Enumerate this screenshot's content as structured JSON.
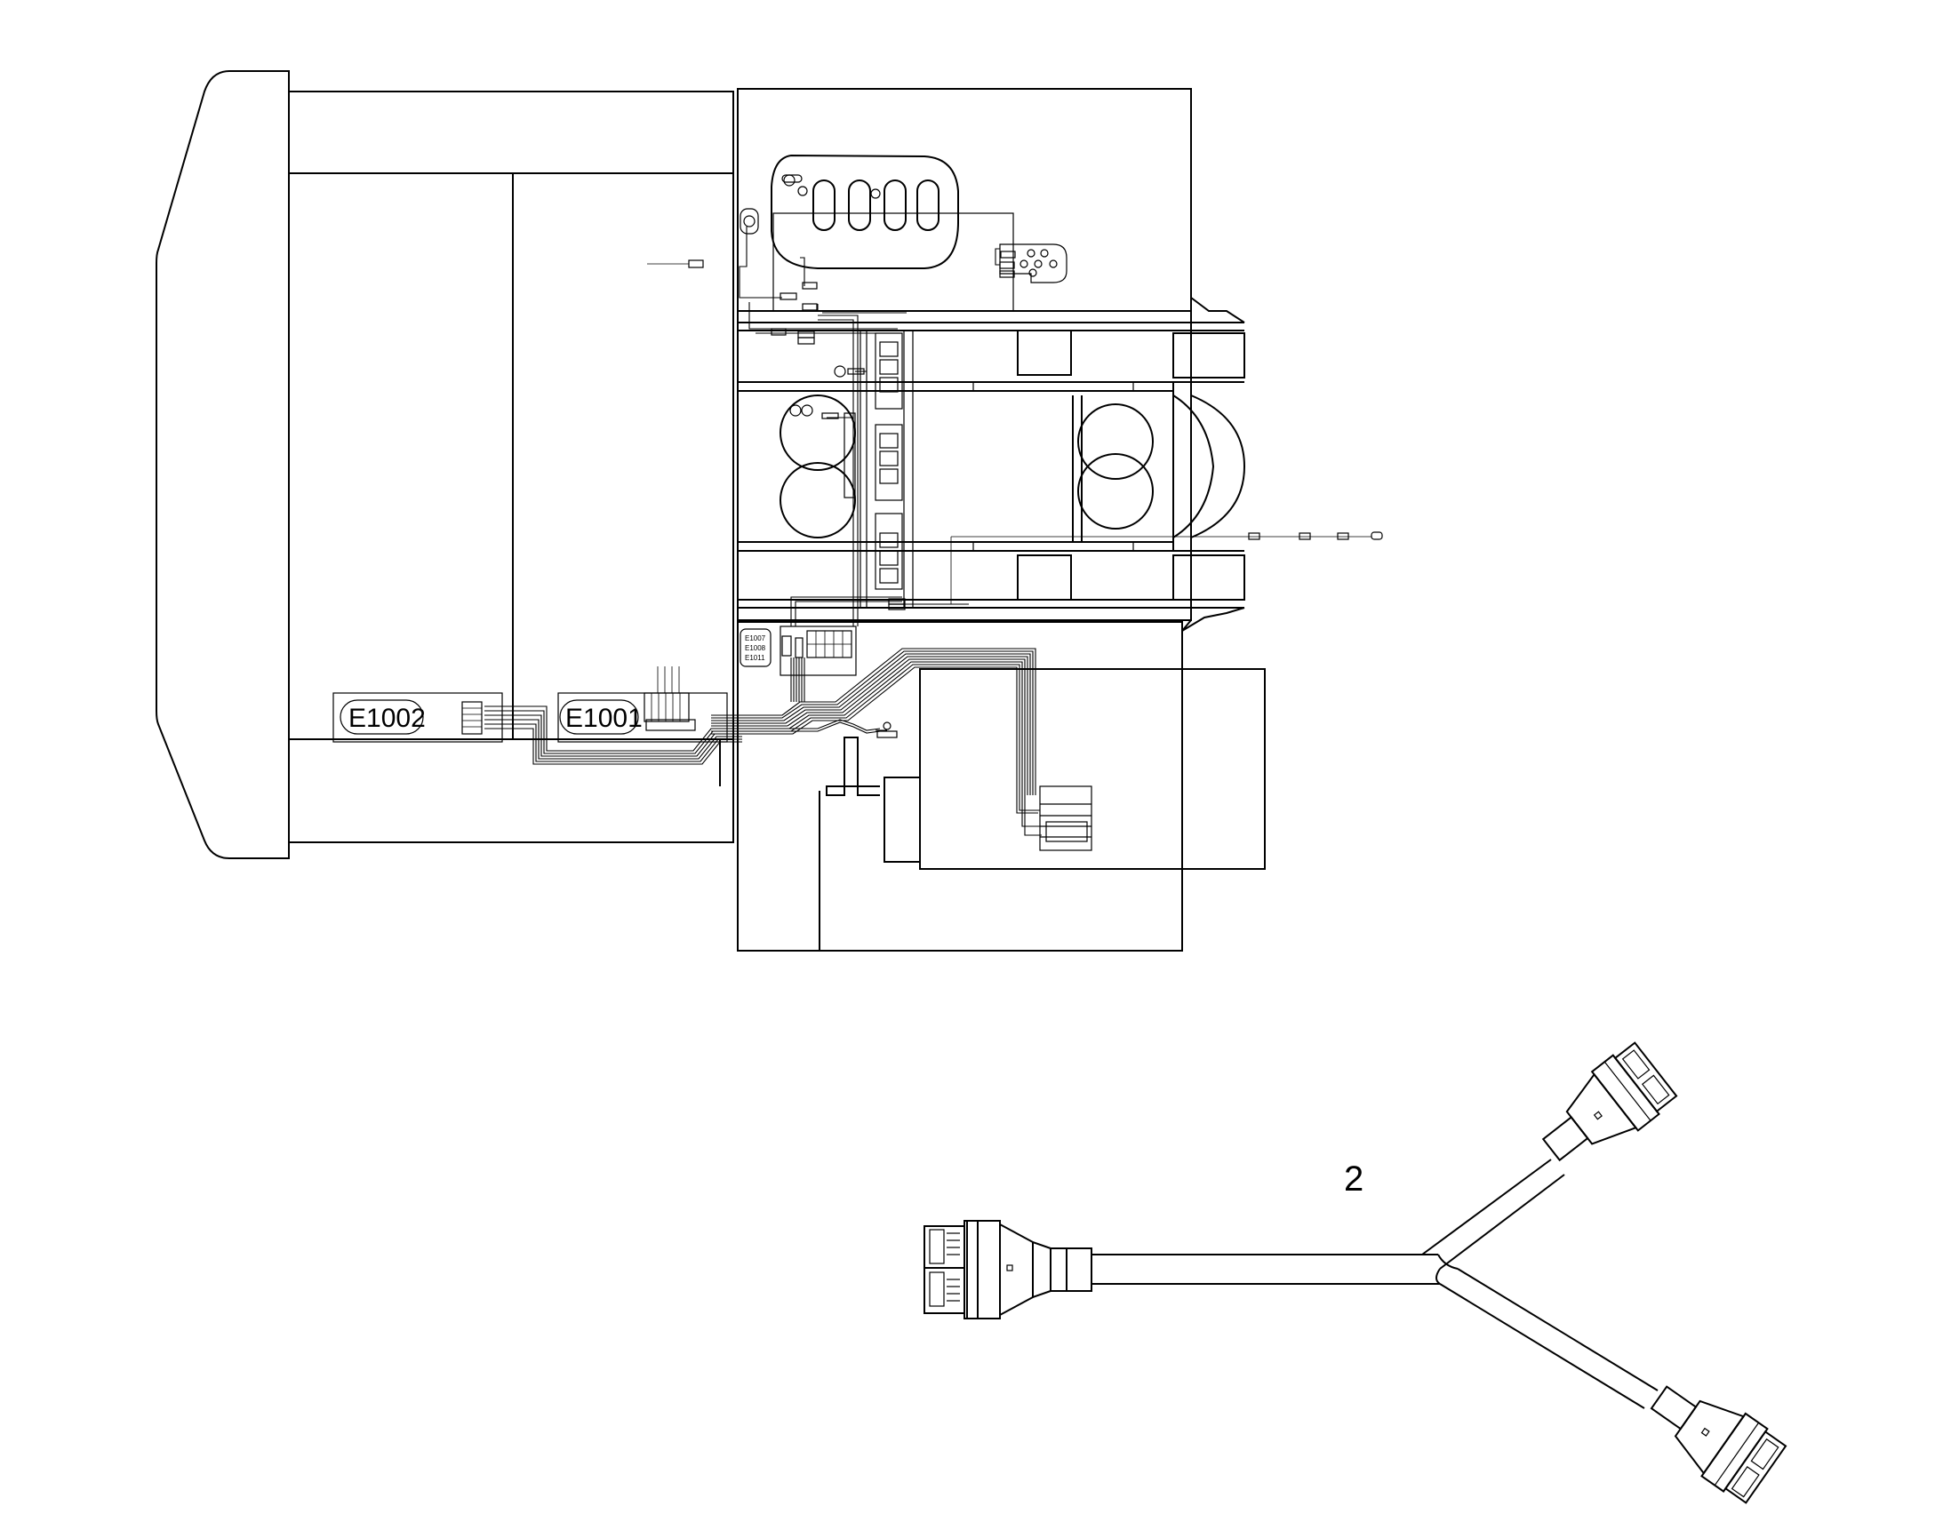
{
  "labels": {
    "e1002": "E1002",
    "e1001": "E1001",
    "e1007": "E1007",
    "e1008": "E1008",
    "e1011": "E1011"
  },
  "callouts": {
    "part_2": "2"
  }
}
